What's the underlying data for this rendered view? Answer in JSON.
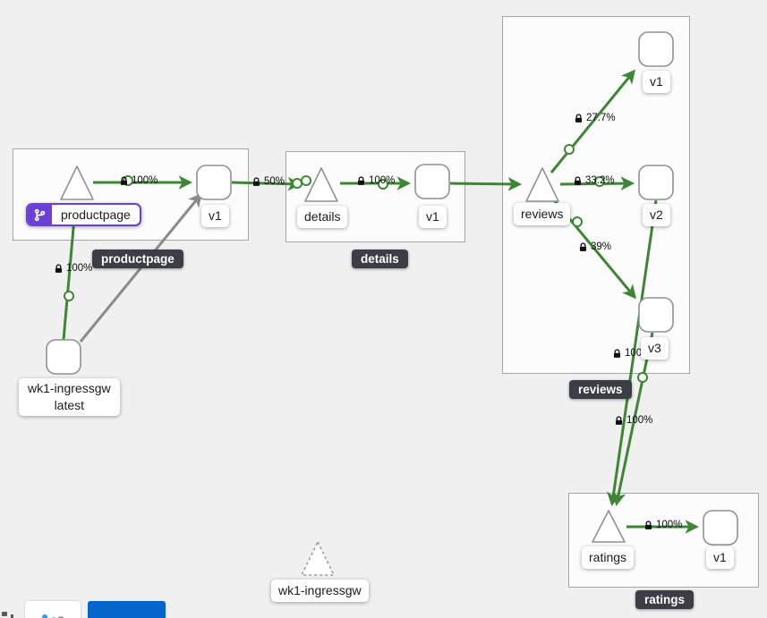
{
  "app": "kiali-traffic-graph",
  "colors": {
    "background": "#f0f0f0",
    "edge_green": "#3e8635",
    "edge_grey": "#8a8a8a",
    "badge_bg": "#3b3e44",
    "virtual_service_purple": "#6c40d8",
    "primary_button_blue": "#0665cd"
  },
  "groups": [
    {
      "name": "productpage"
    },
    {
      "name": "details"
    },
    {
      "name": "reviews"
    },
    {
      "name": "ratings"
    }
  ],
  "nodes": {
    "productpage": {
      "label": "productpage"
    },
    "productpage_v1": {
      "label": "v1"
    },
    "details": {
      "label": "details"
    },
    "details_v1": {
      "label": "v1"
    },
    "reviews": {
      "label": "reviews"
    },
    "reviews_v1": {
      "label": "v1"
    },
    "reviews_v2": {
      "label": "v2"
    },
    "reviews_v3": {
      "label": "v3"
    },
    "ratings": {
      "label": "ratings"
    },
    "ratings_v1": {
      "label": "v1"
    },
    "ingress_workload": {
      "label_line1": "wk1-ingressgw",
      "label_line2": "latest"
    },
    "idle_gateway": {
      "label": "wk1-ingressgw"
    }
  },
  "edges": {
    "ingress_to_productpage": {
      "pct": "100%"
    },
    "productpage_to_v1": {
      "pct": "100%"
    },
    "v1_to_details": {
      "pct": "50%"
    },
    "details_to_v1": {
      "pct": "100%"
    },
    "reviews_to_v1": {
      "pct": "27.7%"
    },
    "reviews_to_v2": {
      "pct": "33.2%"
    },
    "reviews_to_v3": {
      "pct": "39%"
    },
    "reviews_v3_to_ratings": {
      "pct": "100%"
    },
    "reviews_v2_to_ratings": {
      "pct": "100%"
    },
    "ratings_to_v1": {
      "pct": "100%"
    }
  }
}
